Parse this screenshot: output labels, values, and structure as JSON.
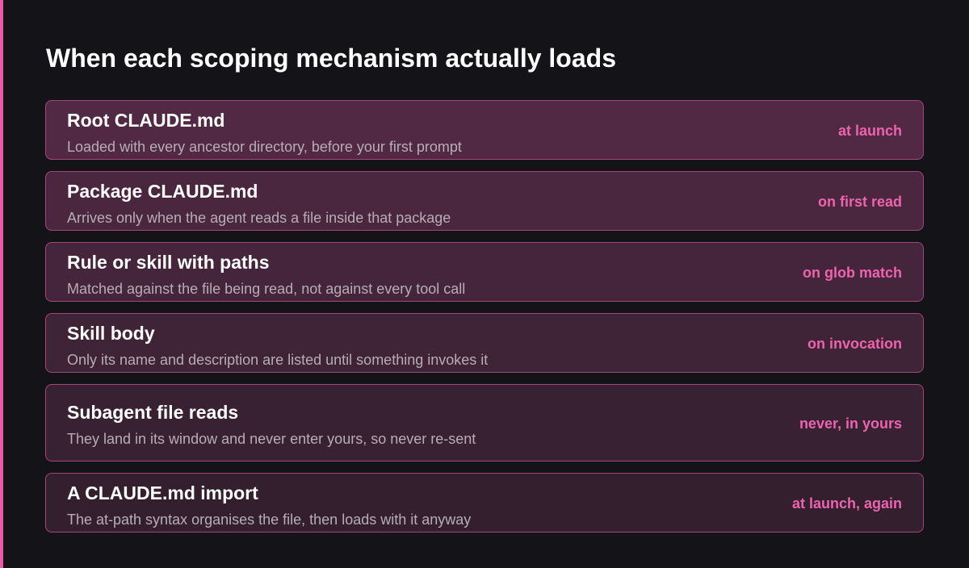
{
  "title": "When each scoping mechanism actually loads",
  "colors": {
    "background": "#141418",
    "accent": "#e95aa6",
    "tag_text": "#ee63ad",
    "row_border": "#a0487a"
  },
  "rows": [
    {
      "heading": "Root CLAUDE.md",
      "description": "Loaded with every ancestor directory, before your first prompt",
      "tag": "at launch"
    },
    {
      "heading": "Package CLAUDE.md",
      "description": "Arrives only when the agent reads a file inside that package",
      "tag": "on first read"
    },
    {
      "heading": "Rule or skill with paths",
      "description": "Matched against the file being read, not against every tool call",
      "tag": "on glob match"
    },
    {
      "heading": "Skill body",
      "description": "Only its name and description are listed until something invokes it",
      "tag": "on invocation"
    },
    {
      "heading": "Subagent file reads",
      "description": "They land in its window and never enter yours, so never re-sent",
      "tag": "never, in yours"
    },
    {
      "heading": "A CLAUDE.md import",
      "description": "The at-path syntax organises the file, then loads with it anyway",
      "tag": "at launch, again"
    }
  ]
}
